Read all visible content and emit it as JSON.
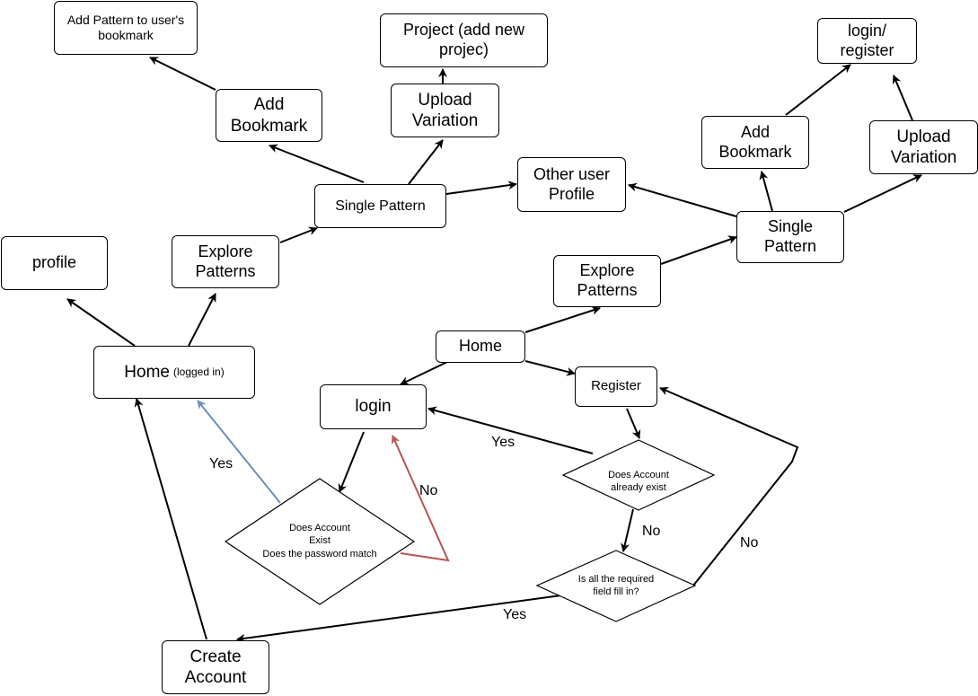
{
  "nodes": {
    "add_pattern_bookmark": "Add Pattern to user's bookmark",
    "project_add": "Project (add new projec)",
    "login_register": "login/ register",
    "add_bookmark_left": "Add Bookmark",
    "upload_variation_left": "Upload Variation",
    "single_pattern_left": "Single Pattern",
    "other_user_profile": "Other user Profile",
    "add_bookmark_right": "Add Bookmark",
    "upload_variation_right": "Upload Variation",
    "single_pattern_right": "Single Pattern",
    "profile": "profile",
    "explore_left": "Explore Patterns",
    "explore_right": "Explore Patterns",
    "home_center": "Home",
    "home_logged_in": "Home",
    "home_logged_in_note": "(logged in)",
    "login": "login",
    "register": "Register",
    "create_account": "Create Account"
  },
  "decisions": {
    "account_password_line1": "Does Account",
    "account_password_line2": "Exist",
    "account_password_line3": "Does the password match",
    "account_exists_line1": "Does Account",
    "account_exists_line2": "already exist",
    "required_fields_line1": "Is all the required",
    "required_fields_line2": "field fill in?"
  },
  "edge_labels": {
    "yes_home": "Yes",
    "no_login": "No",
    "yes_login": "Yes",
    "no_required": "No",
    "no_register": "No",
    "yes_create": "Yes"
  },
  "colors": {
    "edge": "#000000",
    "yes_edge": "#6c8ebf",
    "no_edge": "#b85450"
  }
}
